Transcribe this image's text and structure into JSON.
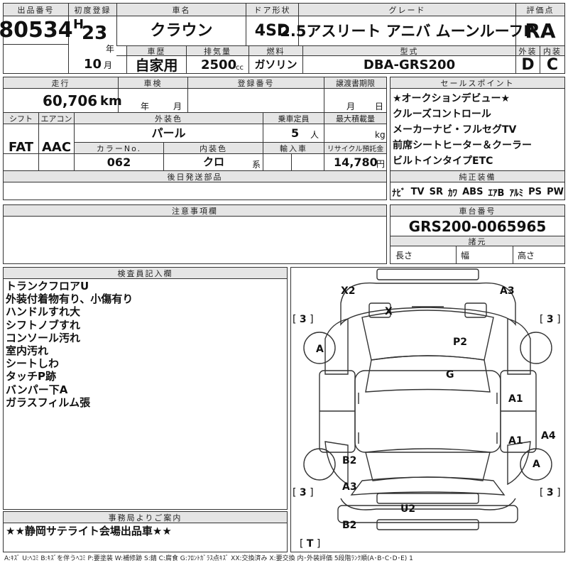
{
  "header": {
    "lot_no_label": "出品番号",
    "lot_no": "80534",
    "first_reg_label": "初度登録",
    "era": "H",
    "year": "23",
    "year_unit": "年",
    "month": "10",
    "month_unit": "月",
    "car_name_label": "車名",
    "car_name": "クラウン",
    "door_label": "ドア形状",
    "door": "4SD",
    "grade_label": "グレード",
    "grade": "2.5アスリート アニバ ムーンルーフP",
    "score_label": "評価点",
    "score": "RA",
    "history_label": "車歴",
    "history": "自家用",
    "displacement_label": "排気量",
    "displacement": "2500",
    "displacement_unit": "cc",
    "fuel_label": "燃料",
    "fuel": "ガソリン",
    "model_label": "型式",
    "model": "DBA-GRS200",
    "exterior_label": "外装",
    "exterior": "D",
    "interior_label": "内装",
    "interior": "C"
  },
  "row2": {
    "mileage_label": "走行",
    "mileage": "60,706",
    "mileage_unit": "km",
    "inspection_label": "車検",
    "insp_year_unit": "年",
    "insp_month_unit": "月",
    "reg_no_label": "登録番号",
    "transfer_label": "譲渡書期限",
    "transfer_month_unit": "月",
    "transfer_day_unit": "日",
    "shift_label": "シフト",
    "shift": "FAT",
    "ac_label": "エアコン",
    "ac": "AAC",
    "ext_color_label": "外装色",
    "ext_color": "パール",
    "capacity_label": "乗車定員",
    "capacity": "5",
    "capacity_unit": "人",
    "max_load_label": "最大積載量",
    "max_load_unit": "kg",
    "color_no_label": "カラーNo.",
    "color_no": "062",
    "int_color_label": "内装色",
    "int_color": "クロ",
    "int_color_unit": "系",
    "import_label": "輸入車",
    "recycle_label": "リサイクル預託金",
    "recycle": "14,780",
    "recycle_unit": "円",
    "later_parts_label": "後日発送部品"
  },
  "sales_points": {
    "label": "セールスポイント",
    "items": [
      "★オークションデビュー★",
      "クルーズコントロール",
      "メーカーナビ・フルセグTV",
      "前席シートヒーター＆クーラー",
      "ビルトインタイプETC"
    ]
  },
  "equipment": {
    "label": "純正装備",
    "items": [
      "ﾅﾋﾞ",
      "TV",
      "SR",
      "ｶﾜ",
      "ABS",
      "ｴｱB",
      "ｱﾙﾐ",
      "PS",
      "PW"
    ]
  },
  "notes": {
    "label": "注意事項欄"
  },
  "chassis": {
    "label": "車台番号",
    "number": "GRS200-0065965",
    "spec_label": "諸元",
    "length_label": "長さ",
    "width_label": "幅",
    "height_label": "高さ"
  },
  "inspector": {
    "label": "検査員記入欄",
    "lines": [
      "トランクフロアU",
      "外装付着物有り、小傷有り",
      "ハンドルすれ大",
      "シフトノブすれ",
      "コンソール汚れ",
      "室内汚れ",
      "シートしわ",
      "タッチP跡",
      "バンパー下A",
      "ガラスフィルム張"
    ]
  },
  "office": {
    "label": "事務局よりご案内",
    "message": "★★静岡サテライト会場出品車★★"
  },
  "diagram": {
    "marks": {
      "x2": "X2",
      "a3_top": "A3",
      "x": "X",
      "p2": "P2",
      "g": "G",
      "a1_upper": "A1",
      "a1_lower": "A1",
      "a4": "A4",
      "b2_mid": "B2",
      "a3_bottom": "A3",
      "u2": "U2",
      "b2_bottom": "B2",
      "a_left": "A",
      "a_right": "A"
    },
    "tire_tl": "3",
    "tire_tr": "3",
    "tire_bl": "3",
    "tire_br": "3",
    "spare": "T"
  },
  "legend": "A:ｷｽﾞ U:ﾍｺﾐ B:ｷｽﾞを伴うﾍｺﾐ P:要塗装 W:補修跡 S:錆 C:腐食 G:ﾌﾛﾝﾄｶﾞﾗｽ点ｷｽﾞ XX:交換済み X:要交換 内･外装評価 5段階ﾗﾝｸ順(A･B･C･D･E) 1"
}
